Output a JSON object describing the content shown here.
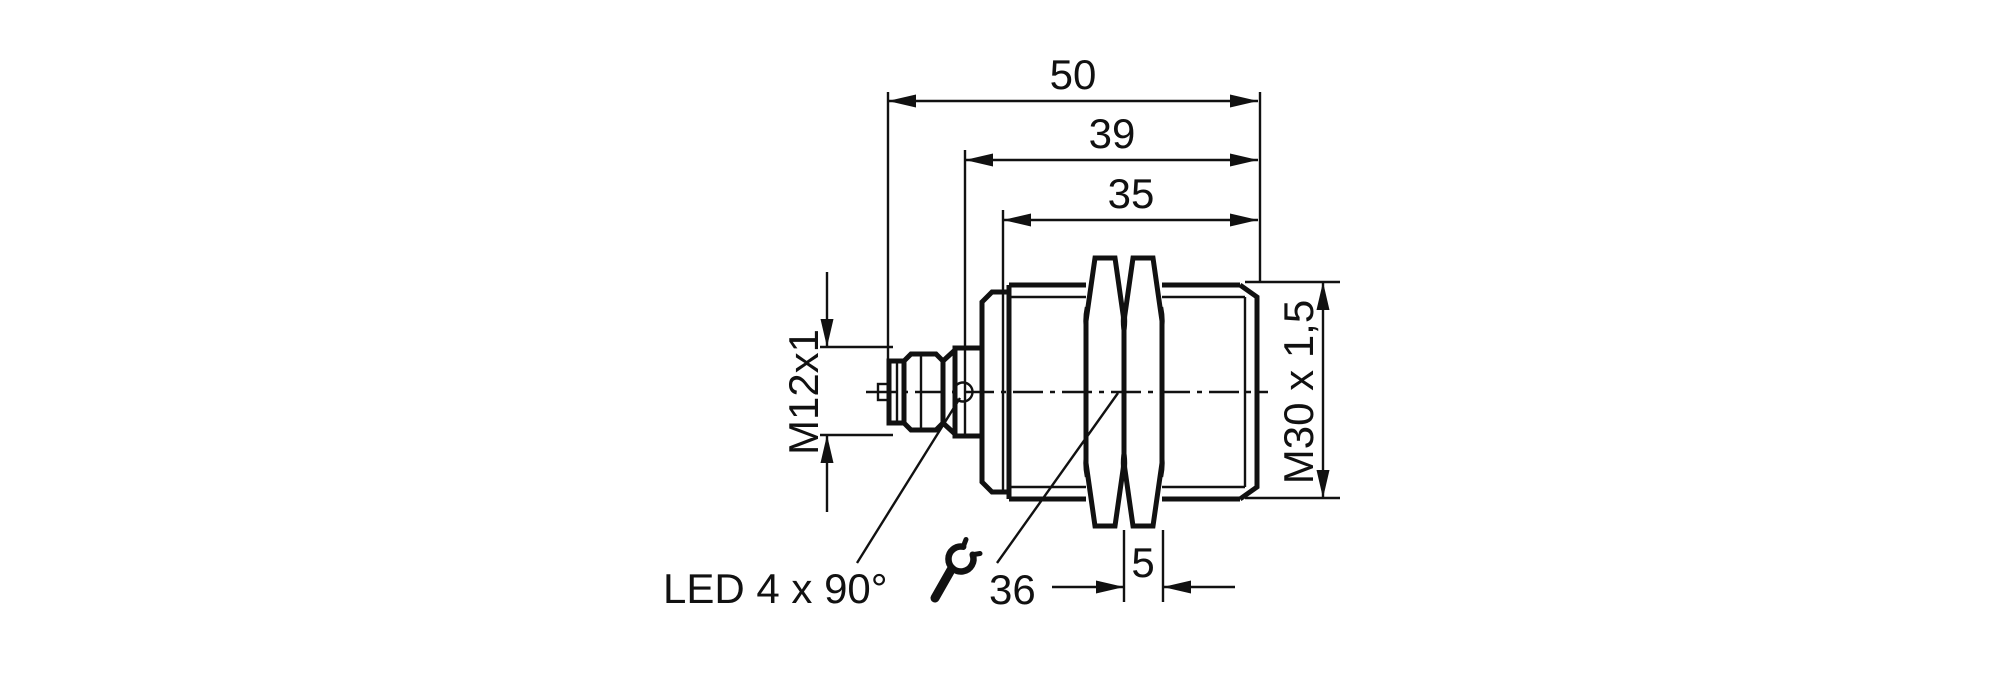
{
  "drawing": {
    "title": "sensor-dimension-drawing",
    "type": "technical-dimension-drawing",
    "line_color": "#111111",
    "background_color": "#ffffff",
    "labels": {
      "dim_overall_length": "50",
      "dim_body_length": "39",
      "dim_thread_length": "35",
      "connector_thread": "M12x1",
      "housing_thread": "M30 x 1,5",
      "led_note": "LED 4 x 90°",
      "wrench_size": "36",
      "nut_width": "5"
    },
    "icons": {
      "wrench": "open-end-wrench symbol (spanner), indicates wrench size 36"
    }
  }
}
